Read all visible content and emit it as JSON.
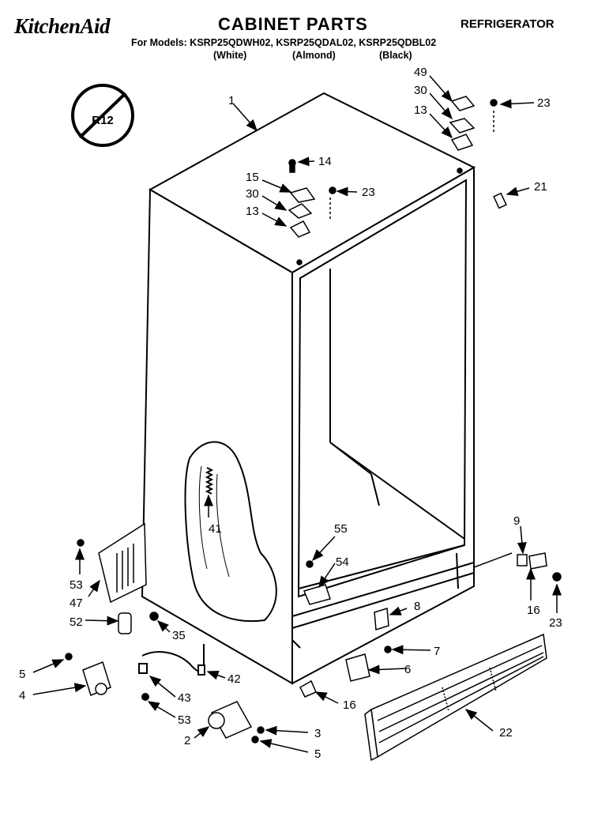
{
  "header": {
    "brand": "KitchenAid",
    "title": "CABINET PARTS",
    "category": "REFRIGERATOR",
    "models_line": "For Models: KSRP25QDWH02, KSRP25QDAL02, KSRP25QDBL02",
    "colors": [
      "(White)",
      "(Almond)",
      "(Black)"
    ]
  },
  "badge": {
    "text": "R12"
  },
  "callouts": {
    "c1": "1",
    "c14": "14",
    "c15": "15",
    "c23a": "23",
    "c30a": "30",
    "c13a": "13",
    "c49": "49",
    "c30b": "30",
    "c13b": "13",
    "c23b": "23",
    "c21": "21",
    "c41": "41",
    "c55": "55",
    "c54": "54",
    "c9": "9",
    "c16a": "16",
    "c23c": "23",
    "c8": "8",
    "c53a": "53",
    "c47": "47",
    "c52": "52",
    "c35": "35",
    "c7": "7",
    "c6": "6",
    "c5a": "5",
    "c4": "4",
    "c42": "42",
    "c43": "43",
    "c53b": "53",
    "c16b": "16",
    "c22": "22",
    "c2": "2",
    "c3": "3",
    "c5b": "5"
  }
}
